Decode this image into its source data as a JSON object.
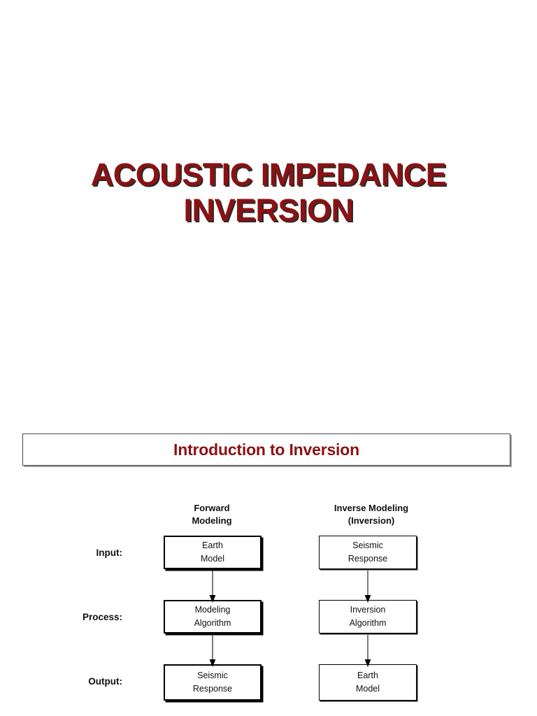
{
  "slide": {
    "title_line1": "ACOUSTIC IMPEDANCE",
    "title_line2": "INVERSION",
    "title_color": "#8B1113",
    "section_banner": "Introduction to Inversion",
    "background_color": "#FFFFFF"
  },
  "diagram": {
    "columns": [
      {
        "header_line1": "Forward",
        "header_line2": "Modeling"
      },
      {
        "header_line1": "Inverse Modeling",
        "header_line2": "(Inversion)"
      }
    ],
    "row_labels": [
      "Input:",
      "Process:",
      "Output:"
    ],
    "nodes": {
      "forward": [
        {
          "line1": "Earth",
          "line2": "Model"
        },
        {
          "line1": "Modeling",
          "line2": "Algorithm"
        },
        {
          "line1": "Seismic",
          "line2": "Response"
        }
      ],
      "inverse": [
        {
          "line1": "Seismic",
          "line2": "Response"
        },
        {
          "line1": "Inversion",
          "line2": "Algorithm"
        },
        {
          "line1": "Earth",
          "line2": "Model"
        }
      ]
    },
    "arrow_direction": "down",
    "node_border_color": "#000000"
  }
}
